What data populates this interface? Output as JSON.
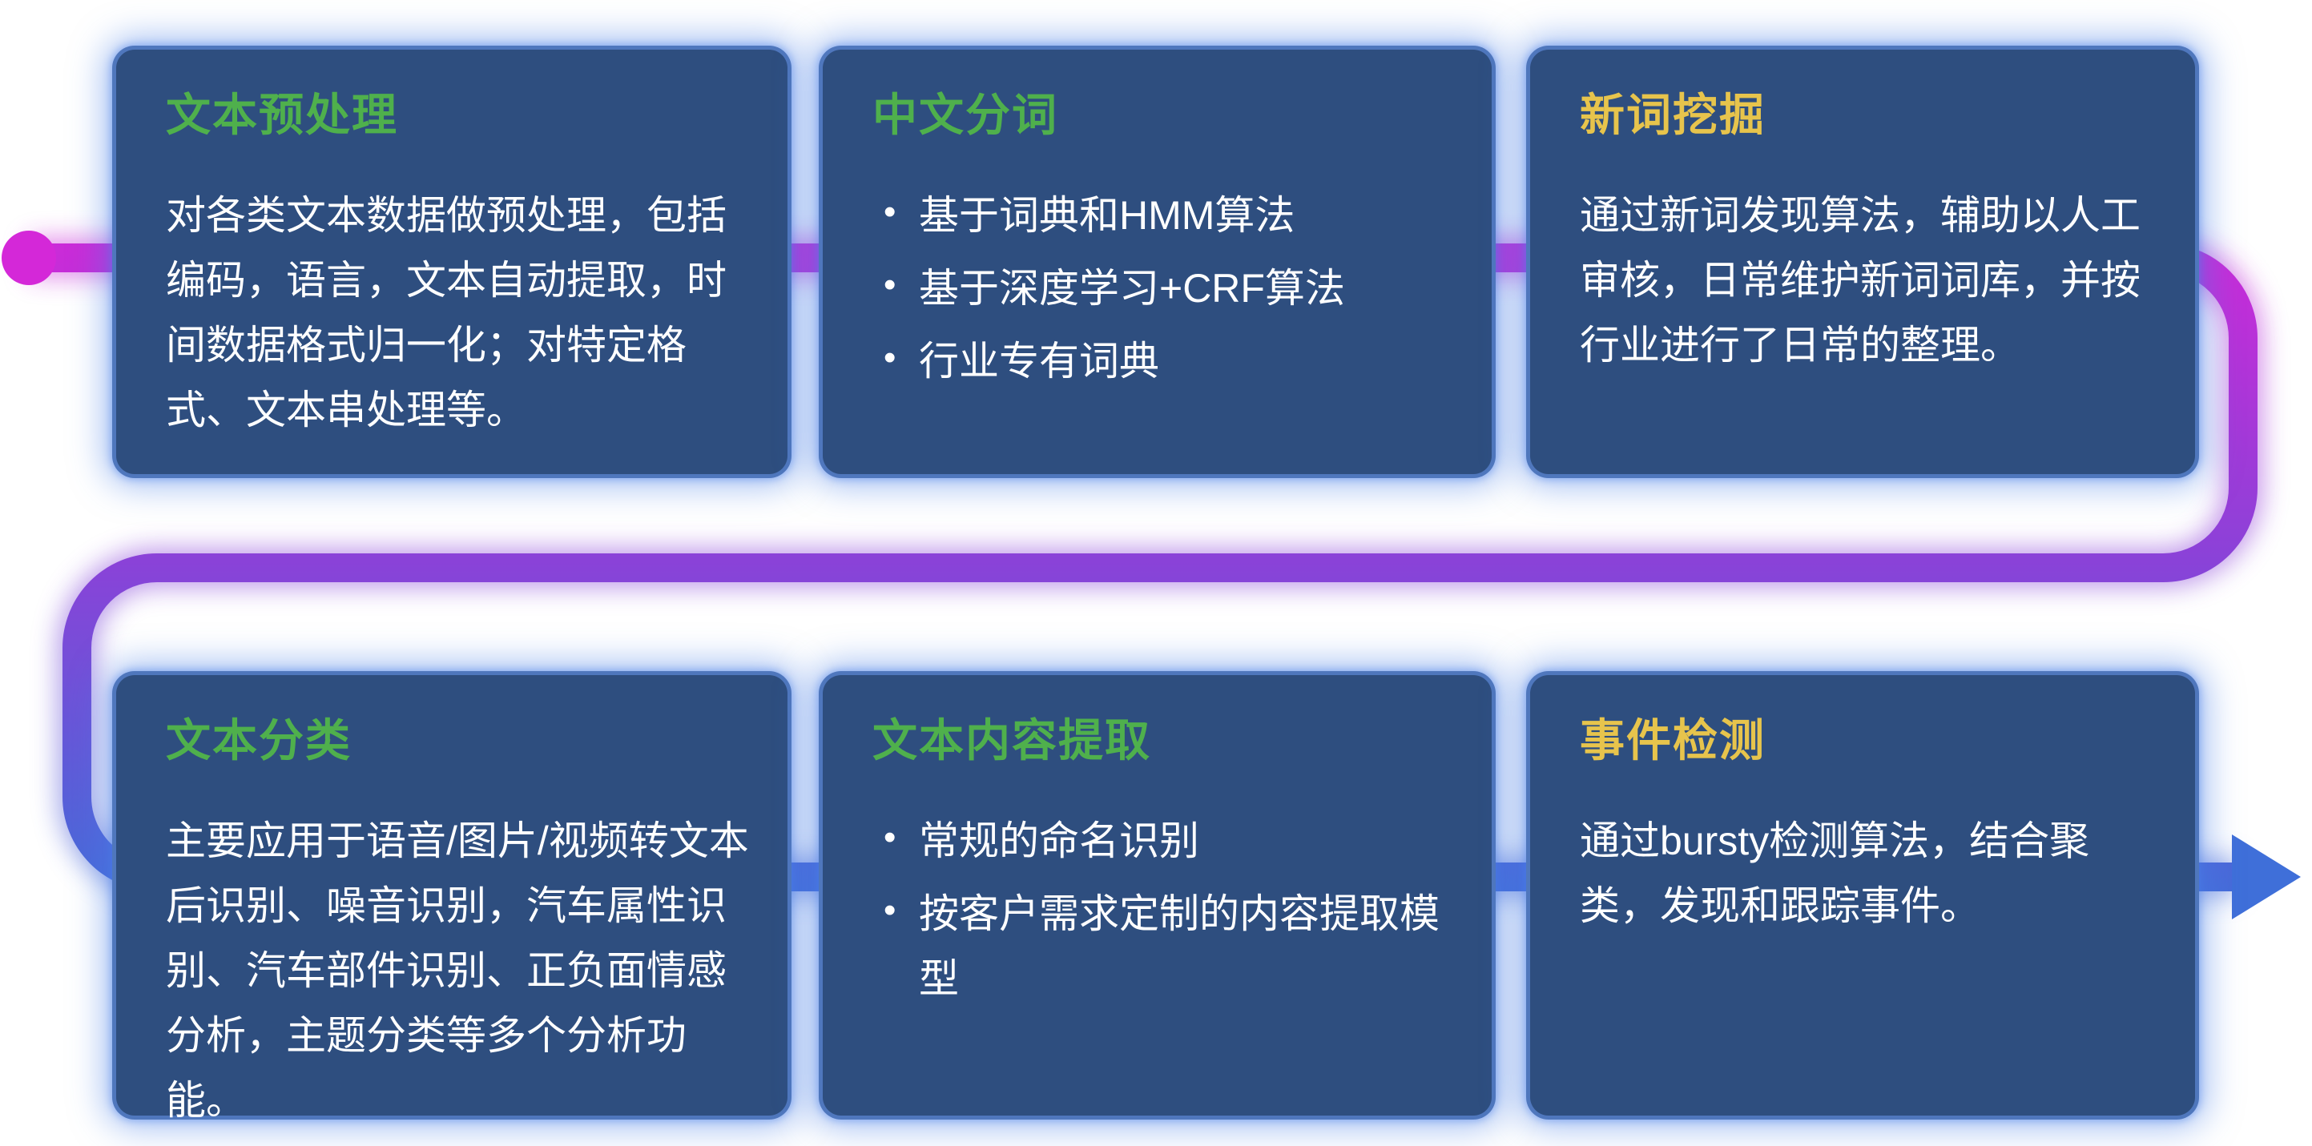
{
  "colors": {
    "page_bg": "#ffffff",
    "card_bg": "#2e4e7f",
    "card_border": "#5c8ae8",
    "card_glow": "#4a7fe8",
    "body_text": "#ffffff",
    "pipe_start": "#d428d8",
    "pipe_mid": "#8a42d8",
    "pipe_end": "#3f6fd9"
  },
  "cards": [
    {
      "title": "文本预处理",
      "title_color": "#4fb04c",
      "body": "对各类文本数据做预处理，包括编码，语言，文本自动提取，时间数据格式归一化；对特定格式、文本串处理等。"
    },
    {
      "title": "中文分词",
      "title_color": "#4fb04c",
      "bullets": [
        "基于词典和HMM算法",
        "基于深度学习+CRF算法",
        "行业专有词典"
      ]
    },
    {
      "title": "新词挖掘",
      "title_color": "#e7c44c",
      "body": "通过新词发现算法，辅助以人工审核，日常维护新词词库，并按行业进行了日常的整理。"
    },
    {
      "title": "文本分类",
      "title_color": "#4fb04c",
      "body": "主要应用于语音/图片/视频转文本后识别、噪音识别，汽车属性识别、汽车部件识别、正负面情感分析，主题分类等多个分析功能。"
    },
    {
      "title": "文本内容提取",
      "title_color": "#4fb04c",
      "bullets": [
        "常规的命名识别",
        "按客户需求定制的内容提取模型"
      ]
    },
    {
      "title": "事件检测",
      "title_color": "#e7c44c",
      "body": "通过bursty检测算法，结合聚类，发现和跟踪事件。"
    }
  ]
}
